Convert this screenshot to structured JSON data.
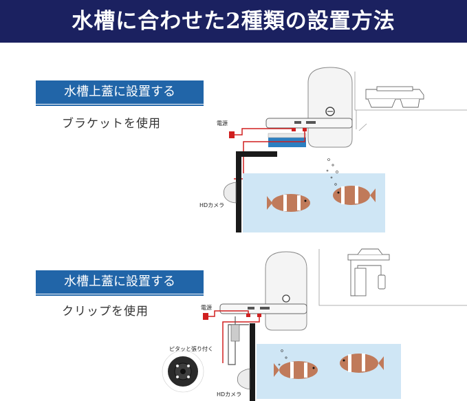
{
  "header": {
    "title": "水槽に合わせた2種類の設置方法"
  },
  "section1": {
    "label": "水槽上蓋に設置する",
    "subtitle": "ブラケットを使用",
    "power_label": "電源",
    "camera_label": "HDカメラ"
  },
  "section2": {
    "label": "水槽上蓋に設置する",
    "subtitle": "クリップを使用",
    "power_label": "電源",
    "camera_label": "HDカメラ",
    "callout": "ピタッと張り付く"
  },
  "colors": {
    "banner": "#1b2160",
    "label_bg": "#2165a8",
    "water": "#cfe6f5",
    "cable": "#d01f1f"
  }
}
